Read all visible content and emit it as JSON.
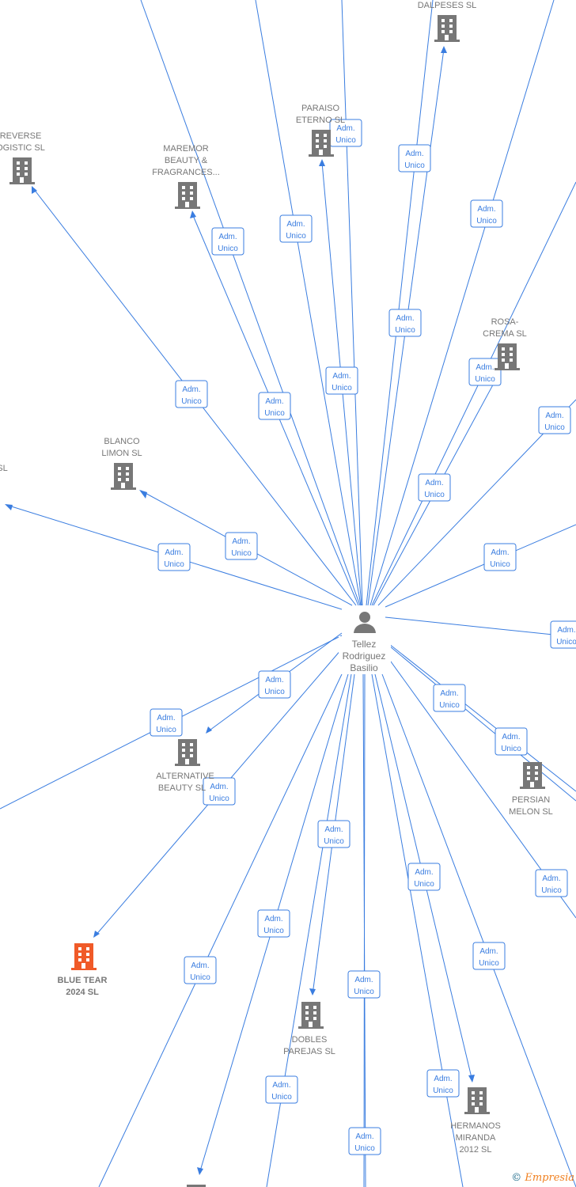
{
  "center": {
    "name_lines": [
      "Tellez",
      "Rodriguez",
      "Basilio"
    ],
    "icon": "person-icon"
  },
  "edge_label": {
    "line1": "Adm.",
    "line2": "Unico"
  },
  "companies": [
    {
      "id": "dalpeses",
      "lines": [
        "DALPESES SL"
      ]
    },
    {
      "id": "paraiso",
      "lines": [
        "PARAISO",
        "ETERNO  SL"
      ]
    },
    {
      "id": "reverse",
      "lines": [
        "REVERSE",
        "OGISTIC  SL"
      ]
    },
    {
      "id": "maremor",
      "lines": [
        "MAREMOR",
        "BEAUTY &",
        "FRAGRANCES..."
      ]
    },
    {
      "id": "rosa",
      "lines": [
        "ROSA-",
        "CREMA SL"
      ]
    },
    {
      "id": "blanco",
      "lines": [
        "BLANCO",
        "LIMON SL"
      ]
    },
    {
      "id": "left-cut",
      "lines": [
        "SL"
      ]
    },
    {
      "id": "alternative",
      "lines": [
        "ALTERNATIVE",
        "BEAUTY  SL"
      ]
    },
    {
      "id": "persian",
      "lines": [
        "PERSIAN",
        "MELON SL"
      ]
    },
    {
      "id": "bluetear",
      "lines": [
        "BLUE TEAR",
        "2024  SL"
      ],
      "highlight": true
    },
    {
      "id": "dobles",
      "lines": [
        "DOBLES",
        "PAREJAS SL"
      ]
    },
    {
      "id": "hermanos",
      "lines": [
        "HERMANOS",
        "MIRANDA",
        "2012 SL"
      ]
    }
  ],
  "colors": {
    "edge": "#3a7de0",
    "building": "#777777",
    "highlight": "#f05a28"
  },
  "watermark": {
    "symbol": "©",
    "brand": "Empresia"
  }
}
